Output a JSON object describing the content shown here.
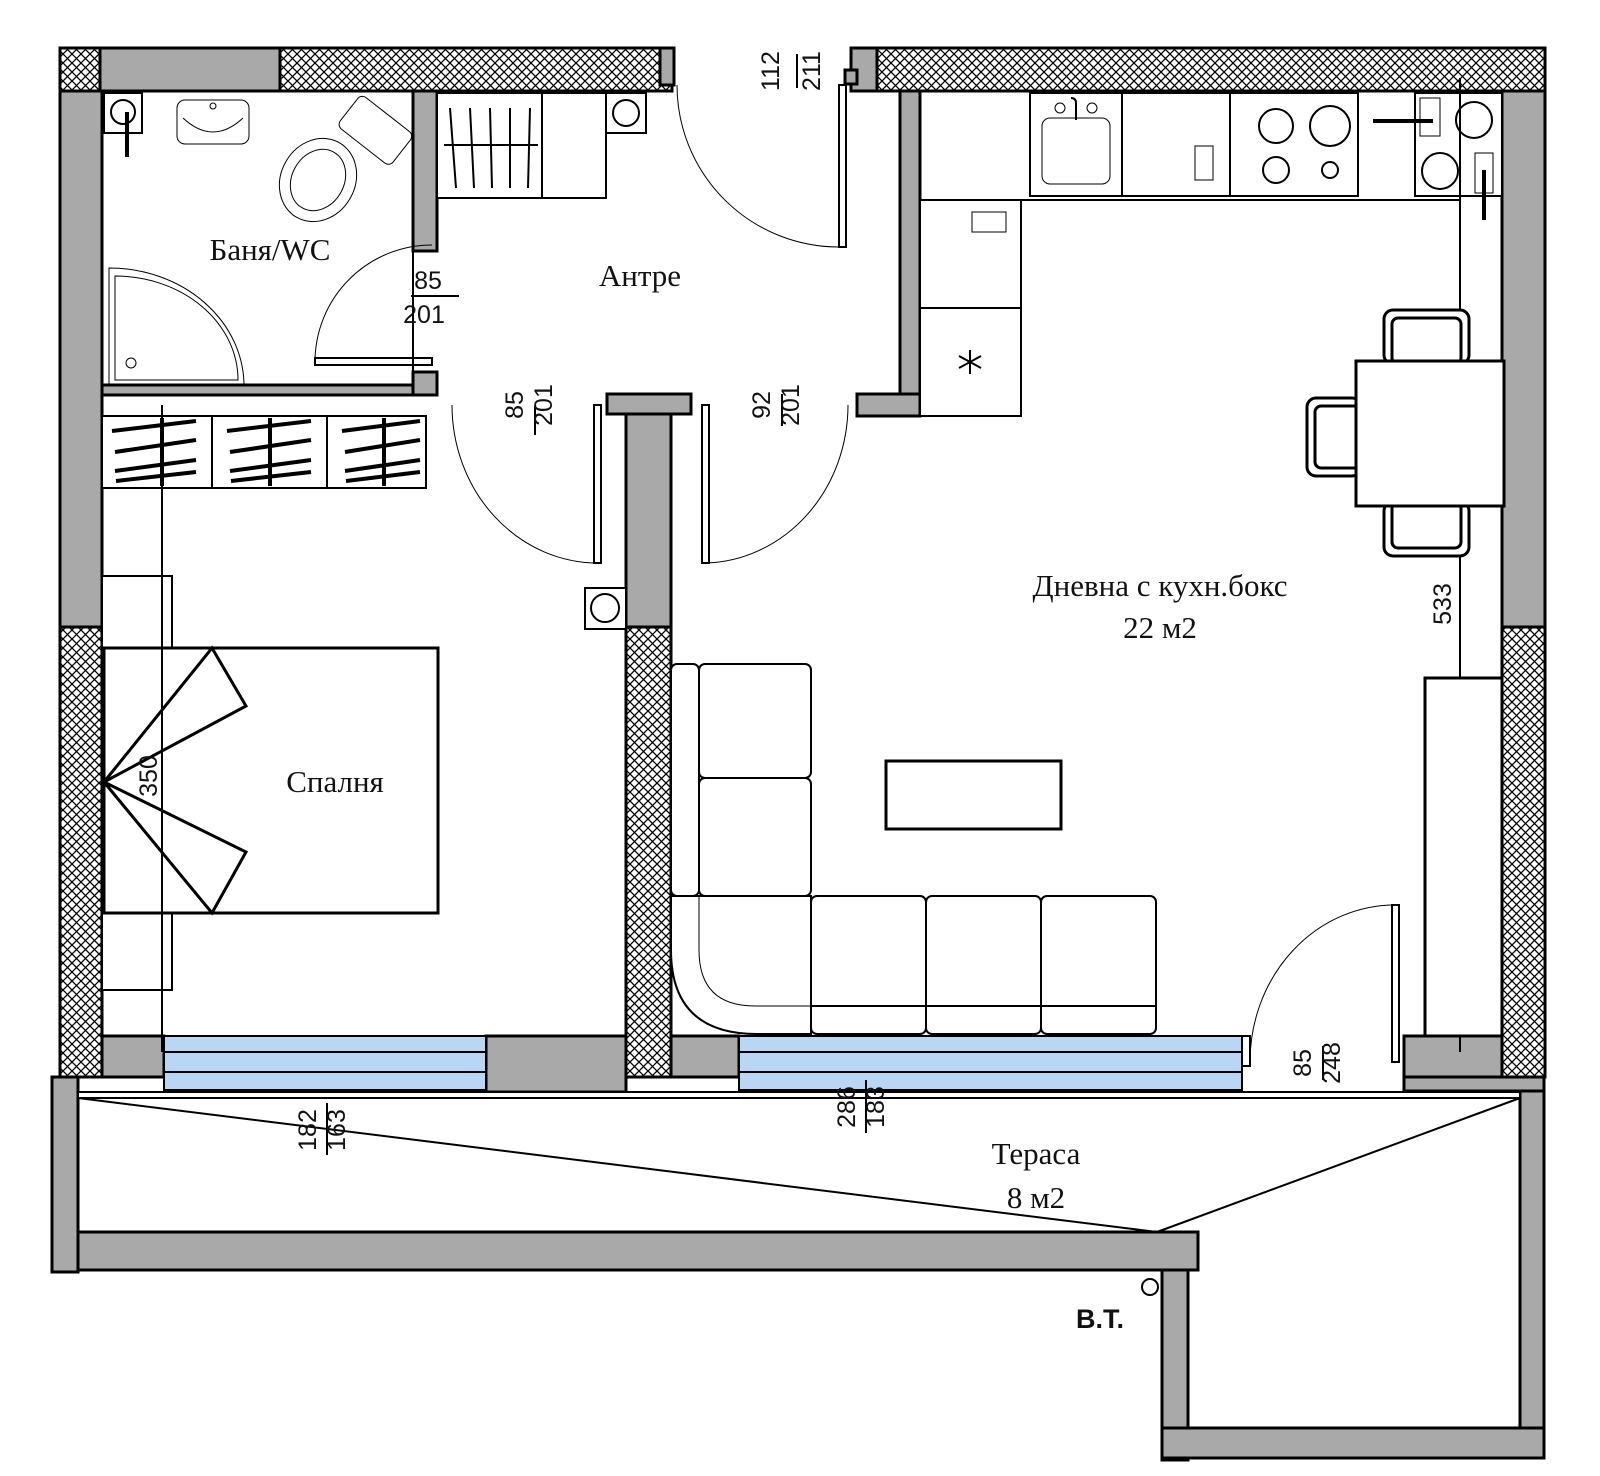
{
  "rooms": {
    "bathroom": "Баня/WC",
    "hall": "Антре",
    "living": "Дневна с кухн.бокс",
    "living_area": "22 м2",
    "bedroom": "Спалня",
    "terrace": "Тераса",
    "terrace_area": "8 м2"
  },
  "dimensions": {
    "entrance_door_w": "112",
    "entrance_door_h": "211",
    "bath_door_w": "85",
    "bath_door_h": "201",
    "bedroom_door_w": "85",
    "bedroom_door_h": "201",
    "living_door_w": "92",
    "living_door_h": "201",
    "living_depth": "533",
    "bedroom_depth": "350",
    "terrace_door_w": "85",
    "terrace_door_h": "248",
    "bedroom_window_w": "182",
    "bedroom_window_h": "163",
    "living_window_w": "286",
    "living_window_h": "183"
  },
  "markers": {
    "vt": "В.Т."
  }
}
